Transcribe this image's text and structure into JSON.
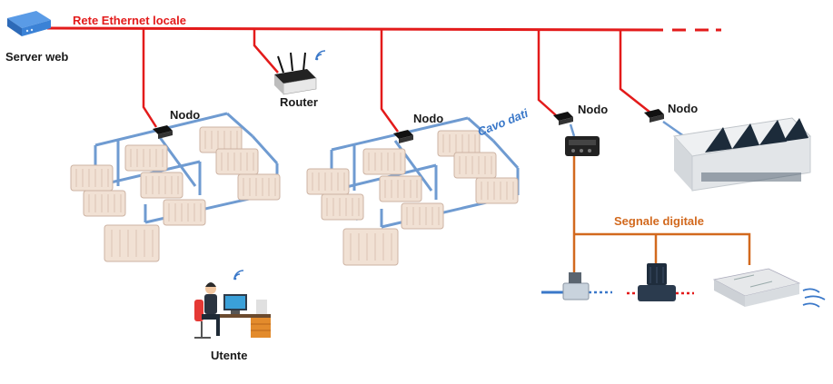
{
  "labels": {
    "server": "Server web",
    "network": "Rete Ethernet locale",
    "router": "Router",
    "node1": "Nodo",
    "node2": "Nodo",
    "node3": "Nodo",
    "node4": "Nodo",
    "data_cable": "Cavo dati",
    "digital_signal": "Segnale digitale",
    "user": "Utente"
  },
  "icons": [
    "server-icon",
    "router-icon",
    "wifi-icon",
    "node-device-icon",
    "radiator-icon",
    "chiller-icon",
    "controller-icon",
    "valve-icon",
    "pump-icon",
    "air-handler-icon",
    "wind-icon",
    "user-workstation-icon"
  ],
  "colors": {
    "ethernet": "#e31b1b",
    "data_cable": "#6f9bd1",
    "digital_signal": "#d2691e",
    "server": "#3b82d6",
    "radiator": "#f2e3d8"
  }
}
